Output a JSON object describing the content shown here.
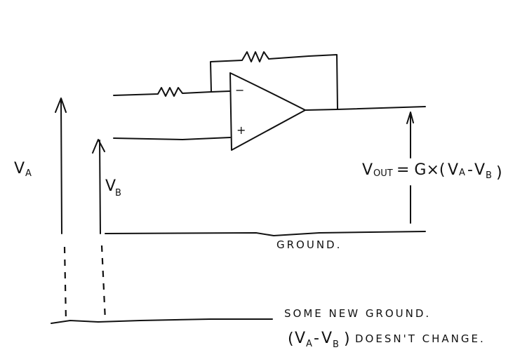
{
  "diagram": {
    "title": "Op-amp difference amplifier with shifted ground",
    "opamp": {
      "inverting_symbol": "−",
      "noninverting_symbol": "+"
    },
    "labels": {
      "va": {
        "main": "V",
        "sub": "A"
      },
      "vb": {
        "main": "V",
        "sub": "B"
      },
      "vout": {
        "main": "V",
        "sub": "OUT",
        "eq_prefix": "= G×(",
        "va_main": "V",
        "va_sub": "A",
        "minus": "-",
        "vb_main": "V",
        "vb_sub": "B",
        "close": ")"
      },
      "ground": "GROUND.",
      "new_ground": "SOME NEW GROUND.",
      "note": {
        "open": "(",
        "va_main": "V",
        "va_sub": "A",
        "minus": "-",
        "vb_main": "V",
        "vb_sub": "B",
        "close": ")",
        "text": "DOESN'T CHANGE."
      }
    },
    "colors": {
      "ink": "#111111",
      "paper": "#ffffff"
    }
  }
}
